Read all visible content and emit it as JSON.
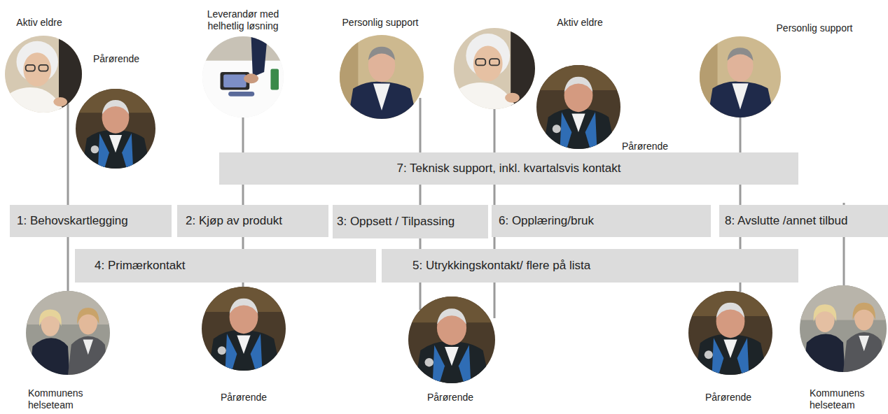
{
  "diagram": {
    "nodes": [
      {
        "text": [
          "Aktiv eldre"
        ]
      },
      {
        "text": [
          "Pårørende"
        ]
      },
      {
        "text": [
          "Leverandør med helhetlig løsning"
        ]
      },
      {
        "text": [
          "Personlig support"
        ]
      },
      {
        "text": [
          "Aktiv eldre"
        ]
      },
      {
        "text": [
          "Pårørende"
        ]
      },
      {
        "text": [
          "Personlig support"
        ]
      },
      {
        "text": [
          "7: Teknisk support, inkl. kvartalsvis kontakt"
        ]
      },
      {
        "text": [
          "1: Behovskartlegging"
        ]
      },
      {
        "text": [
          "2: Kjøp av produkt"
        ]
      },
      {
        "text": [
          "3: Oppsett / Tilpassing"
        ]
      },
      {
        "text": [
          "6: Opplæring/bruk"
        ]
      },
      {
        "text": [
          "8: Avslutte /annet tilbud"
        ]
      },
      {
        "text": [
          "4: Primærkontakt"
        ]
      },
      {
        "text": [
          "5: Utrykkingskontakt/ flere på lista"
        ]
      },
      {
        "text": [
          "Kommunens helseteam"
        ]
      },
      {
        "text": [
          "Pårørende"
        ]
      },
      {
        "text": [
          "Pårørende"
        ]
      },
      {
        "text": [
          "Pårørende"
        ]
      },
      {
        "text": [
          "Kommunens helseteam"
        ]
      }
    ],
    "edges": [
      {
        "from": 0,
        "to": 15,
        "arrow": "none"
      },
      {
        "from": 2,
        "to": 16,
        "arrow": "none"
      },
      {
        "from": 3,
        "to": 17,
        "arrow": "none"
      },
      {
        "from": 4,
        "to": 17,
        "arrow": "none"
      },
      {
        "from": 6,
        "to": 18,
        "arrow": "none"
      }
    ]
  }
}
